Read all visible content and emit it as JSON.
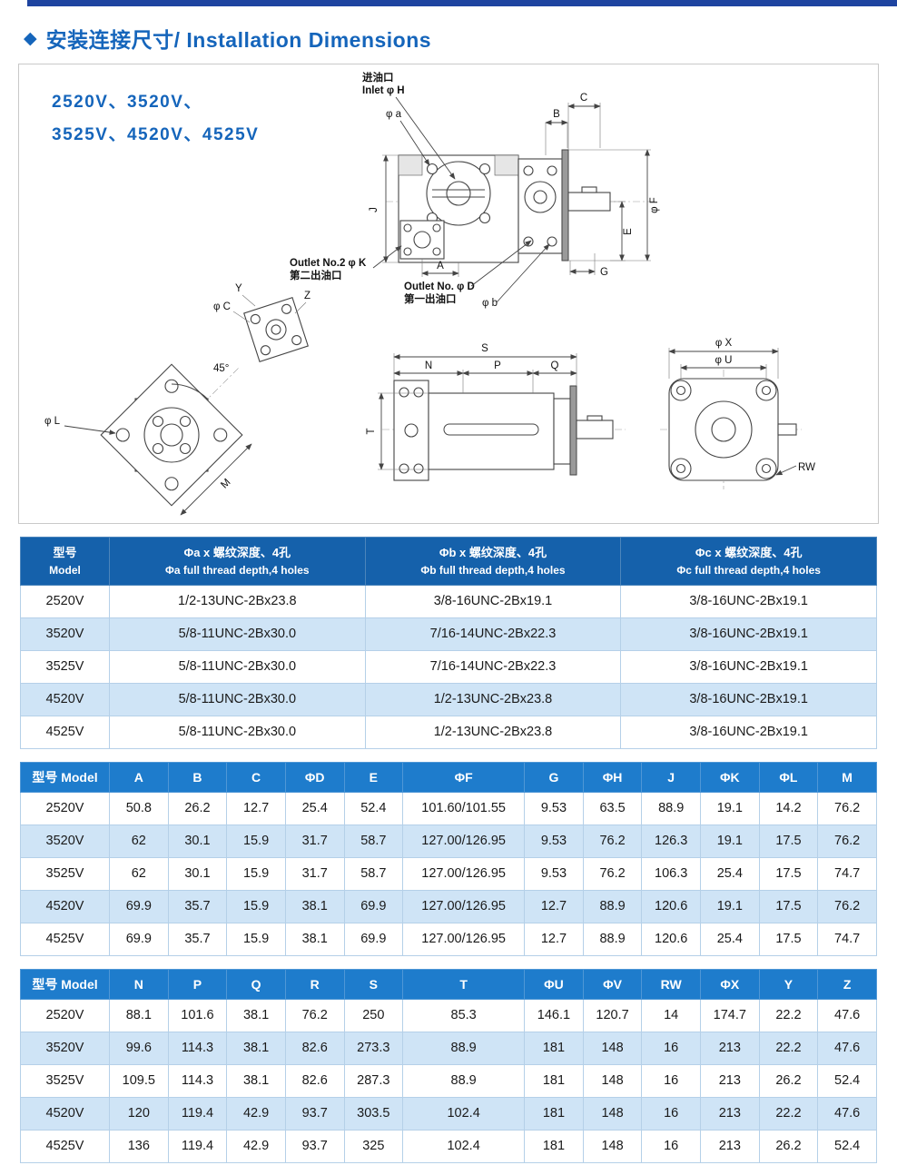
{
  "header": {
    "bullet": "◆",
    "title": "安装连接尺寸/ Installation Dimensions"
  },
  "diagram": {
    "models_line1": "2520V、3520V、",
    "models_line2": "3525V、4520V、4525V",
    "labels": {
      "inlet_zh": "进油口",
      "inlet_en": "Inlet φ H",
      "phi_a": "φ a",
      "dim_c": "C",
      "dim_b": "B",
      "dim_e": "E",
      "phi_f": "φ F",
      "dim_g": "G",
      "dim_a": "A",
      "dim_j": "J",
      "outlet2_en": "Outlet No.2 φ K",
      "outlet2_zh": "第二出油口",
      "outlet1_en": "Outlet No. φ D",
      "outlet1_zh": "第一出油口",
      "phi_b": "φ b",
      "dim_y": "Y",
      "dim_z": "Z",
      "phi_c": "φ C",
      "angle_45": "45°",
      "phi_l": "φ L",
      "dim_m": "M",
      "dim_s": "S",
      "dim_n": "N",
      "dim_p": "P",
      "dim_q": "Q",
      "dim_t": "T",
      "phi_x": "φ X",
      "phi_u": "φ U",
      "dim_rw": "RW"
    }
  },
  "thread_table": {
    "headers": [
      {
        "zh": "型号",
        "en": "Model"
      },
      {
        "zh": "Φa x 螺纹深度、4孔",
        "en": "Φa full thread depth,4 holes"
      },
      {
        "zh": "Φb x 螺纹深度、4孔",
        "en": "Φb full thread depth,4 holes"
      },
      {
        "zh": "Φc x 螺纹深度、4孔",
        "en": "Φc full thread depth,4 holes"
      }
    ],
    "rows": [
      [
        "2520V",
        "1/2-13UNC-2Bx23.8",
        "3/8-16UNC-2Bx19.1",
        "3/8-16UNC-2Bx19.1"
      ],
      [
        "3520V",
        "5/8-11UNC-2Bx30.0",
        "7/16-14UNC-2Bx22.3",
        "3/8-16UNC-2Bx19.1"
      ],
      [
        "3525V",
        "5/8-11UNC-2Bx30.0",
        "7/16-14UNC-2Bx22.3",
        "3/8-16UNC-2Bx19.1"
      ],
      [
        "4520V",
        "5/8-11UNC-2Bx30.0",
        "1/2-13UNC-2Bx23.8",
        "3/8-16UNC-2Bx19.1"
      ],
      [
        "4525V",
        "5/8-11UNC-2Bx30.0",
        "1/2-13UNC-2Bx23.8",
        "3/8-16UNC-2Bx19.1"
      ]
    ]
  },
  "dim_table_a_m": {
    "headers": [
      "型号 Model",
      "A",
      "B",
      "C",
      "ΦD",
      "E",
      "ΦF",
      "G",
      "ΦH",
      "J",
      "ΦK",
      "ΦL",
      "M"
    ],
    "rows": [
      [
        "2520V",
        "50.8",
        "26.2",
        "12.7",
        "25.4",
        "52.4",
        "101.60/101.55",
        "9.53",
        "63.5",
        "88.9",
        "19.1",
        "14.2",
        "76.2"
      ],
      [
        "3520V",
        "62",
        "30.1",
        "15.9",
        "31.7",
        "58.7",
        "127.00/126.95",
        "9.53",
        "76.2",
        "126.3",
        "19.1",
        "17.5",
        "76.2"
      ],
      [
        "3525V",
        "62",
        "30.1",
        "15.9",
        "31.7",
        "58.7",
        "127.00/126.95",
        "9.53",
        "76.2",
        "106.3",
        "25.4",
        "17.5",
        "74.7"
      ],
      [
        "4520V",
        "69.9",
        "35.7",
        "15.9",
        "38.1",
        "69.9",
        "127.00/126.95",
        "12.7",
        "88.9",
        "120.6",
        "19.1",
        "17.5",
        "76.2"
      ],
      [
        "4525V",
        "69.9",
        "35.7",
        "15.9",
        "38.1",
        "69.9",
        "127.00/126.95",
        "12.7",
        "88.9",
        "120.6",
        "25.4",
        "17.5",
        "74.7"
      ]
    ]
  },
  "dim_table_n_z": {
    "headers": [
      "型号 Model",
      "N",
      "P",
      "Q",
      "R",
      "S",
      "T",
      "ΦU",
      "ΦV",
      "RW",
      "ΦX",
      "Y",
      "Z"
    ],
    "rows": [
      [
        "2520V",
        "88.1",
        "101.6",
        "38.1",
        "76.2",
        "250",
        "85.3",
        "146.1",
        "120.7",
        "14",
        "174.7",
        "22.2",
        "47.6"
      ],
      [
        "3520V",
        "99.6",
        "114.3",
        "38.1",
        "82.6",
        "273.3",
        "88.9",
        "181",
        "148",
        "16",
        "213",
        "22.2",
        "47.6"
      ],
      [
        "3525V",
        "109.5",
        "114.3",
        "38.1",
        "82.6",
        "287.3",
        "88.9",
        "181",
        "148",
        "16",
        "213",
        "26.2",
        "52.4"
      ],
      [
        "4520V",
        "120",
        "119.4",
        "42.9",
        "93.7",
        "303.5",
        "102.4",
        "181",
        "148",
        "16",
        "213",
        "22.2",
        "47.6"
      ],
      [
        "4525V",
        "136",
        "119.4",
        "42.9",
        "93.7",
        "325",
        "102.4",
        "181",
        "148",
        "16",
        "213",
        "26.2",
        "52.4"
      ]
    ]
  }
}
